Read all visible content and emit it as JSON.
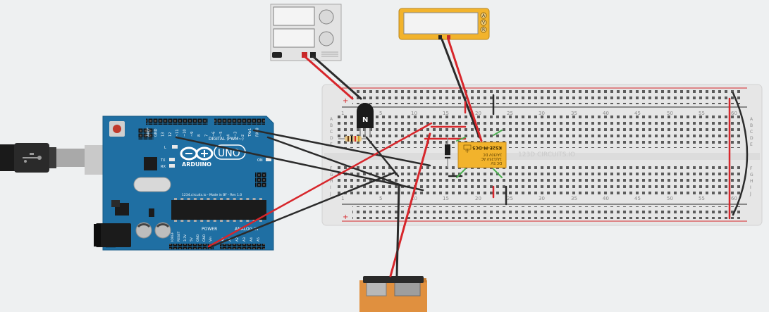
{
  "arduino": {
    "logo": "ARDUINO",
    "model": "UNO",
    "digital_header": "DIGITAL (PWM~)",
    "power_header": "POWER",
    "analog_header": "ANALOG IN",
    "led_l": "L",
    "led_tx": "TX",
    "led_rx": "RX",
    "led_on": "ON",
    "footer_text": "1234.circuits.io - Made in BF - Rev 1.0",
    "digital_pins": [
      "AREF",
      "GND",
      "13",
      "12",
      "~11",
      "~10",
      "~9",
      "8",
      "7",
      "~6",
      "~5",
      "4",
      "~3",
      "2",
      "TX▸1",
      "RX◂0"
    ],
    "power_pins": [
      "IOREF",
      "RESET",
      "3.3V",
      "5V",
      "GND",
      "GND",
      "Vin"
    ],
    "analog_pins": [
      "A0",
      "A1",
      "A2",
      "A3",
      "A4",
      "A5"
    ]
  },
  "breadboard": {
    "watermark": "123D CIRCUITS.IO",
    "column_numbers": [
      "1",
      "5",
      "10",
      "15",
      "20",
      "25",
      "30",
      "35",
      "40",
      "45",
      "50",
      "55",
      "60"
    ],
    "row_letters_top": [
      "A",
      "B",
      "C",
      "D",
      "E"
    ],
    "row_letters_bottom": [
      "F",
      "G",
      "H",
      "I",
      "J"
    ]
  },
  "relay": {
    "part": "KS2E-M-DC5",
    "ratings": [
      "DC 5V",
      "1A/125V AC",
      "2A/30V DC"
    ]
  },
  "transistor": {
    "label": "N"
  },
  "multimeter": {
    "buttons": [
      "A",
      "V",
      "R"
    ]
  },
  "colors": {
    "wire_red": "#d7262b",
    "wire_black": "#2b2b2b",
    "arduino_blue": "#1f6fa3",
    "relay_yellow": "#f2b32c",
    "battery_orange": "#e0903f"
  }
}
